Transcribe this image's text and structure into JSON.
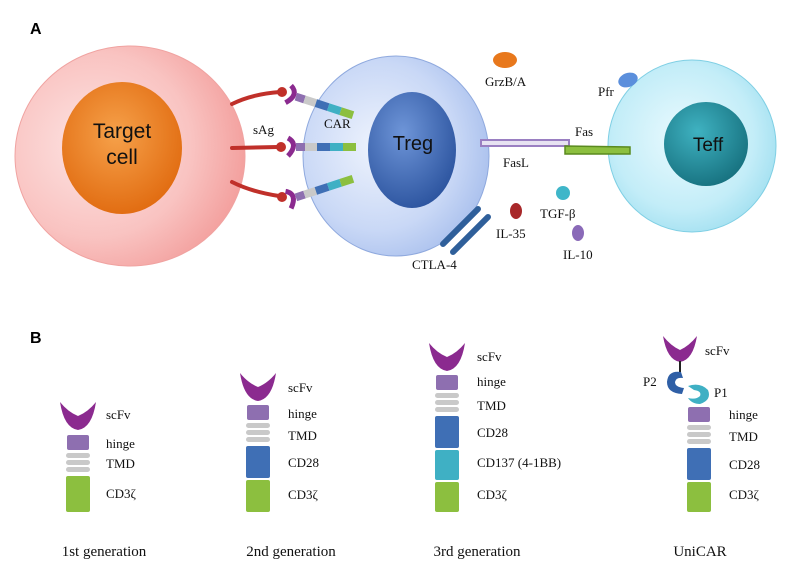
{
  "panel_a": {
    "letter": "A",
    "cells": {
      "target": "Target\ncell",
      "treg": "Treg",
      "teff": "Teff"
    },
    "labels": {
      "sag": "sAg",
      "car": "CAR",
      "grzb": "GrzB/A",
      "pfr": "Pfr",
      "fasl": "FasL",
      "fas": "Fas",
      "tgfb": "TGF-β",
      "il35": "IL-35",
      "il10": "IL-10",
      "ctla4": "CTLA-4"
    }
  },
  "panel_b": {
    "letter": "B",
    "constructs": [
      {
        "title": "1st generation",
        "domains": [
          "scFv",
          "hinge",
          "TMD",
          "CD3ζ"
        ]
      },
      {
        "title": "2nd generation",
        "domains": [
          "scFv",
          "hinge",
          "TMD",
          "CD28",
          "CD3ζ"
        ]
      },
      {
        "title": "3rd generation",
        "domains": [
          "scFv",
          "hinge",
          "TMD",
          "CD28",
          "CD137 (4-1BB)",
          "CD3ζ"
        ]
      },
      {
        "title": "UniCAR",
        "domains": [
          "scFv",
          "P2",
          "P1",
          "hinge",
          "TMD",
          "CD28",
          "CD3ζ"
        ]
      }
    ]
  },
  "colors": {
    "scfv": "#8b2a8f",
    "hinge": "#8e6fb0",
    "tmd": "#c9c9c9",
    "cd28": "#3f6fb5",
    "cd137": "#3fb0c4",
    "cd3z": "#8cbf3f",
    "target_cell": "#f7b2b0",
    "target_nucleus": "#ea7a1a",
    "treg_cell": "#b9cdf4",
    "treg_nucleus": "#3c67b6",
    "teff_cell": "#a9e3f2",
    "teff_nucleus": "#1f8a99",
    "sag": "#c0302a",
    "grzb": "#e8781c",
    "pfr": "#5b8fdc",
    "tgfb": "#3fb6c9",
    "il35": "#a8282a",
    "il10": "#8a6ab8",
    "fasl": "#9a7fc2",
    "fas": "#6a9a2c",
    "ctla4": "#2f5f9a"
  }
}
